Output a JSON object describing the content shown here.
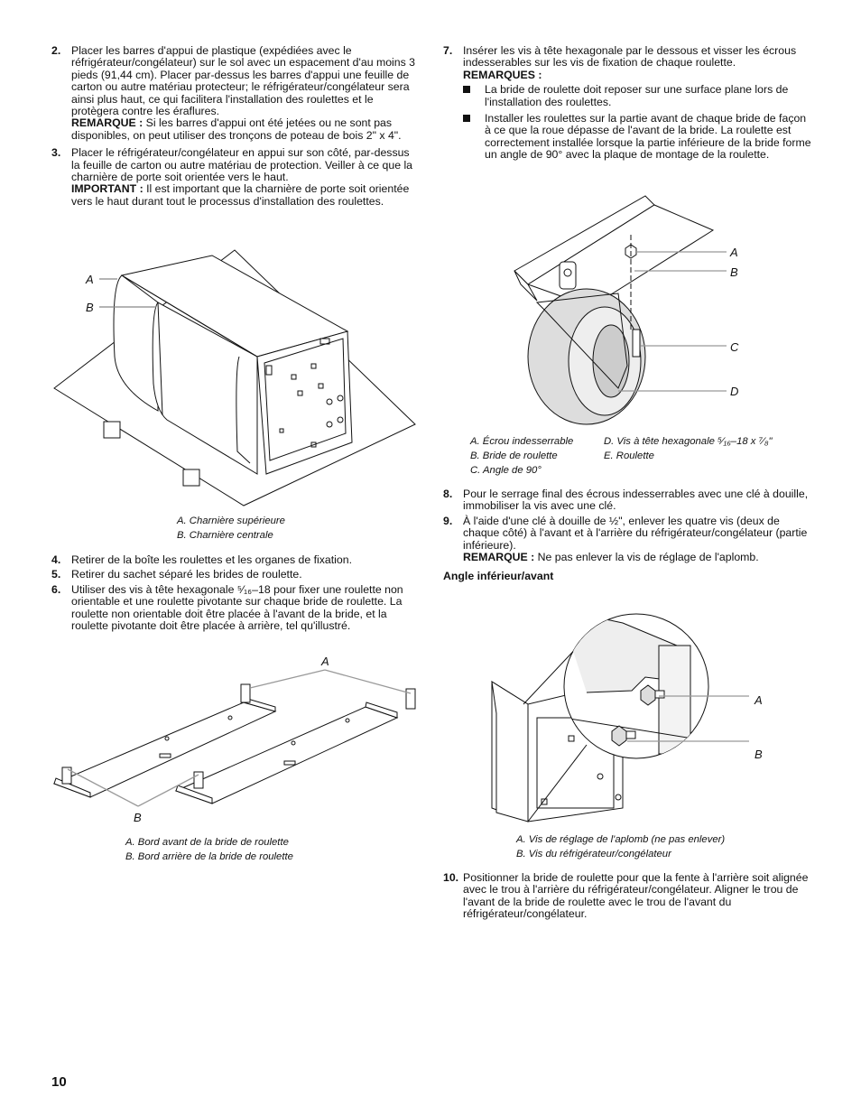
{
  "page_number": "10",
  "left": {
    "step2": {
      "num": "2.",
      "text": "Placer les barres d'appui de plastique (expédiées avec le réfrigérateur/congélateur) sur le sol avec un espacement d'au moins 3 pieds (91,44 cm). Placer par-dessus les barres d'appui une feuille de carton ou autre matériau protecteur; le réfrigérateur/congélateur sera ainsi plus haut, ce qui facilitera l'installation des roulettes et le protègera contre les éraflures.",
      "note_label": "REMARQUE :",
      "note_text": " Si les barres d'appui ont été jetées ou ne sont pas disponibles, on peut utiliser des tronçons de poteau de bois 2\" x 4\"."
    },
    "step3": {
      "num": "3.",
      "text": "Placer le réfrigérateur/congélateur en appui sur son côté, par-dessus la feuille de carton ou autre matériau de protection. Veiller à ce que la charnière de porte soit orientée vers le haut.",
      "note_label": "IMPORTANT :",
      "note_text": " Il est important que la charnière de porte soit orientée vers le haut durant tout le processus d'installation des roulettes."
    },
    "fig1": {
      "label_a": "A",
      "label_b": "B",
      "caption_a": "A. Charnière supérieure",
      "caption_b": "B. Charnière centrale"
    },
    "step4": {
      "num": "4.",
      "text": "Retirer de la boîte les roulettes et les organes de fixation."
    },
    "step5": {
      "num": "5.",
      "text": "Retirer du sachet séparé les brides de roulette."
    },
    "step6": {
      "num": "6.",
      "text_a": "Utiliser des vis à tête hexagonale ",
      "fraction": "⁵⁄₁₆",
      "text_b": "–18 pour fixer une roulette non orientable et une roulette pivotante sur chaque bride de roulette. La roulette non orientable doit être placée à l'avant de la bride, et la roulette pivotante doit être placée à arrière, tel qu'illustré."
    },
    "fig2": {
      "label_a": "A",
      "label_b": "B",
      "caption_a": "A. Bord avant de la bride de roulette",
      "caption_b": "B. Bord arrière de la bride de roulette"
    }
  },
  "right": {
    "step7": {
      "num": "7.",
      "text": "Insérer les vis à tête hexagonale par le dessous et visser les écrous indesserables sur les vis de fixation de chaque roulette.",
      "remarks": "REMARQUES :",
      "bullet1": "La bride de roulette doit reposer sur une surface plane lors de l'installation des roulettes.",
      "bullet2": "Installer les roulettes sur la partie avant de chaque bride de façon à ce que la roue dépasse de l'avant de la bride. La roulette est correctement installée lorsque la partie inférieure de la bride forme un angle de 90° avec la plaque de montage de la roulette."
    },
    "fig3": {
      "label_a": "A",
      "label_b": "B",
      "label_c": "C",
      "label_d": "D",
      "caption_a": "A. Écrou indesserrable",
      "caption_b": "B. Bride de roulette",
      "caption_c": "C. Angle de 90°",
      "caption_d_a": "D. Vis à tête hexagonale ",
      "caption_d_frac": "⁵⁄₁₆",
      "caption_d_b": "–18 x ",
      "caption_d_frac2": "⁷⁄₈",
      "caption_d_c": "\"",
      "caption_e": "E. Roulette"
    },
    "step8": {
      "num": "8.",
      "text": "Pour le serrage final des écrous indesserrables avec une clé à douille, immobiliser la vis avec une clé."
    },
    "step9": {
      "num": "9.",
      "text": "À l'aide d'une clé à douille de ½\", enlever les quatre vis (deux de chaque côté) à l'avant et à l'arrière du réfrigérateur/congélateur (partie inférieure).",
      "note_label": "REMARQUE :",
      "note_text": " Ne pas enlever la vis de réglage de l'aplomb."
    },
    "heading": "Angle inférieur/avant",
    "fig4": {
      "label_a": "A",
      "label_b": "B",
      "caption_a": "A. Vis de réglage de l'aplomb (ne pas enlever)",
      "caption_b": "B. Vis du réfrigérateur/congélateur"
    },
    "step10": {
      "num": "10.",
      "text": "Positionner la bride de roulette pour que la fente à l'arrière soit alignée avec le trou à l'arrière du réfrigérateur/congélateur. Aligner le trou de l'avant de la bride de roulette avec le trou de l'avant du réfrigérateur/congélateur."
    }
  }
}
